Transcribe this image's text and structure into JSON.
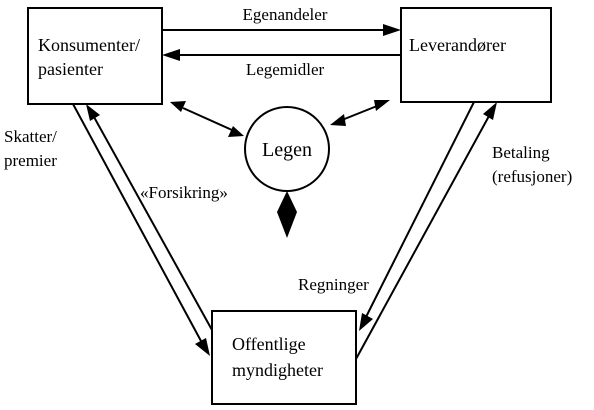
{
  "nodes": {
    "consumers": {
      "lines": [
        "Konsumenter/",
        "pasienter"
      ]
    },
    "suppliers": {
      "lines": [
        "Leverandører"
      ]
    },
    "doctor": {
      "lines": [
        "Legen"
      ]
    },
    "authorities": {
      "lines": [
        "Offentlige",
        "myndigheter"
      ]
    }
  },
  "edges": {
    "copayments": {
      "label": "Egenandeler"
    },
    "medicines": {
      "label": "Legemidler"
    },
    "taxes": {
      "lines": [
        "Skatter/",
        "premier"
      ]
    },
    "insurance": {
      "label": "«Forsikring»"
    },
    "payment": {
      "lines": [
        "Betaling",
        "(refusjoner)"
      ]
    },
    "bills": {
      "label": "Regninger"
    }
  }
}
